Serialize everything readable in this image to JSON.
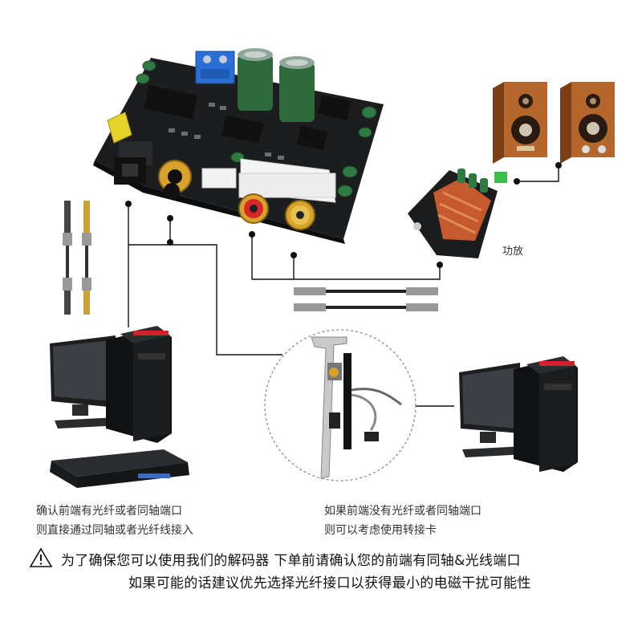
{
  "amp_label": "功放",
  "left_caption": [
    "确认前端有光纤或者同轴端口",
    "则直接通过同轴或者光纤线接入"
  ],
  "right_caption": [
    "如果前端没有光纤或者同轴端口",
    "则可以考虑使用转接卡"
  ],
  "warning": {
    "line1": "为了确保您可以使用我们的解码器  下单前请确认您的前端有同轴&光线端口",
    "line2": "如果可能的话建议优先选择光纤接口以获得最小的电磁干扰可能性"
  },
  "colors": {
    "pcb": "#1b1d1f",
    "capacitor": "#2e6b3a",
    "terminal": "#2a6fd6",
    "rca_red": "#d8262b",
    "rca_gold": "#d8a32a",
    "optical": "#e6d42a",
    "speaker_wood": "#b5662a",
    "amp_heatsink": "#c45a2e",
    "line": "#111111"
  }
}
